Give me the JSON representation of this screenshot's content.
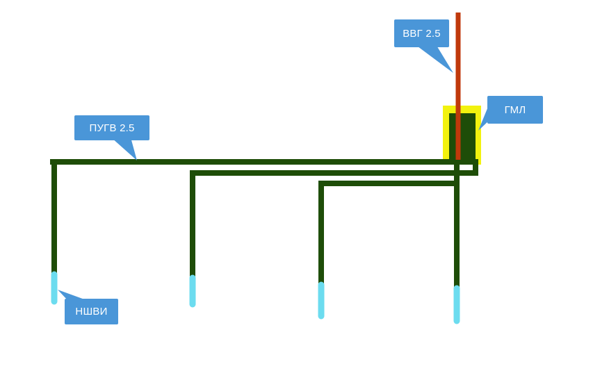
{
  "colors": {
    "background": "#ffffff",
    "wire_green": "#1e4d08",
    "cable_red": "#c0390b",
    "sleeve_yellow": "#f2f20e",
    "ferrule_cyan": "#6cdcef",
    "callout_blue": "#4a96d8",
    "callout_text": "#ffffff"
  },
  "callouts": {
    "vvg": {
      "label": "ВВГ 2.5"
    },
    "gml": {
      "label": "ГМЛ"
    },
    "pugv": {
      "label": "ПУГВ 2.5"
    },
    "nshvi": {
      "label": "НШВИ"
    }
  }
}
